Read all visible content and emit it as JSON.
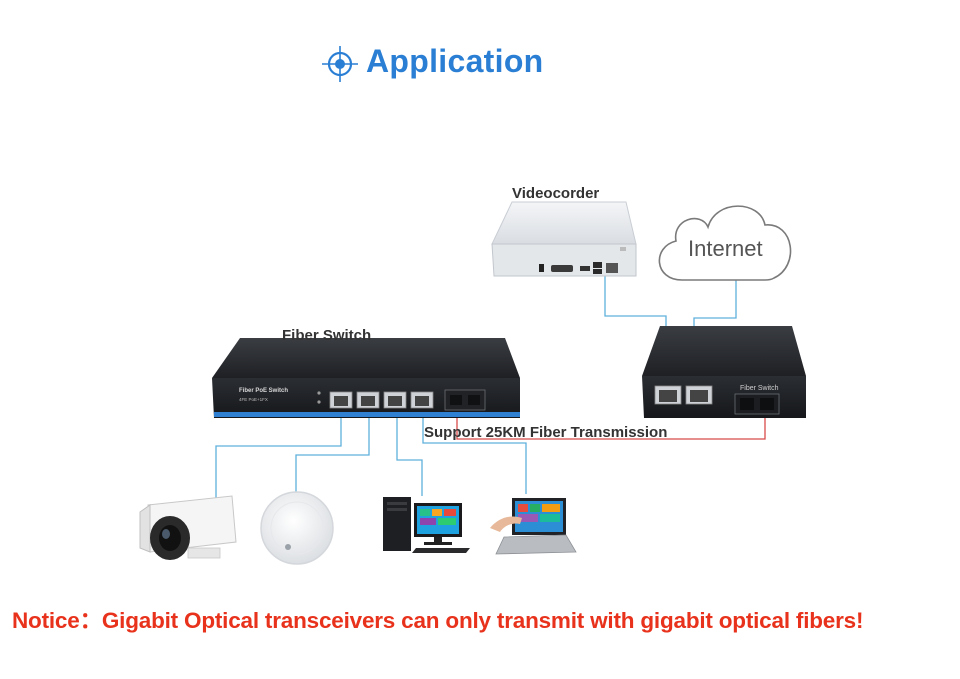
{
  "title": "Application",
  "labels": {
    "videocorder": "Videocorder",
    "internet": "Internet",
    "fiber_switch": "Fiber Switch",
    "fiber_transmission": "Support 25KM Fiber Transmission",
    "switch_face": "Fiber PoE Switch",
    "switch_model": "4FE PoE+1FX",
    "transceiver_face": "Fiber Switch"
  },
  "notice": "Notice：Gigabit Optical transceivers can only transmit with gigabit optical fibers!",
  "colors": {
    "title": "#2a7fd4",
    "notice": "#e8321c",
    "lan_line": "#5fb0dc",
    "fiber_line": "#d84a4a"
  },
  "icons": [
    "target-icon",
    "camera-icon",
    "access-point-icon",
    "desktop-computer-icon",
    "laptop-icon",
    "cloud-icon"
  ]
}
